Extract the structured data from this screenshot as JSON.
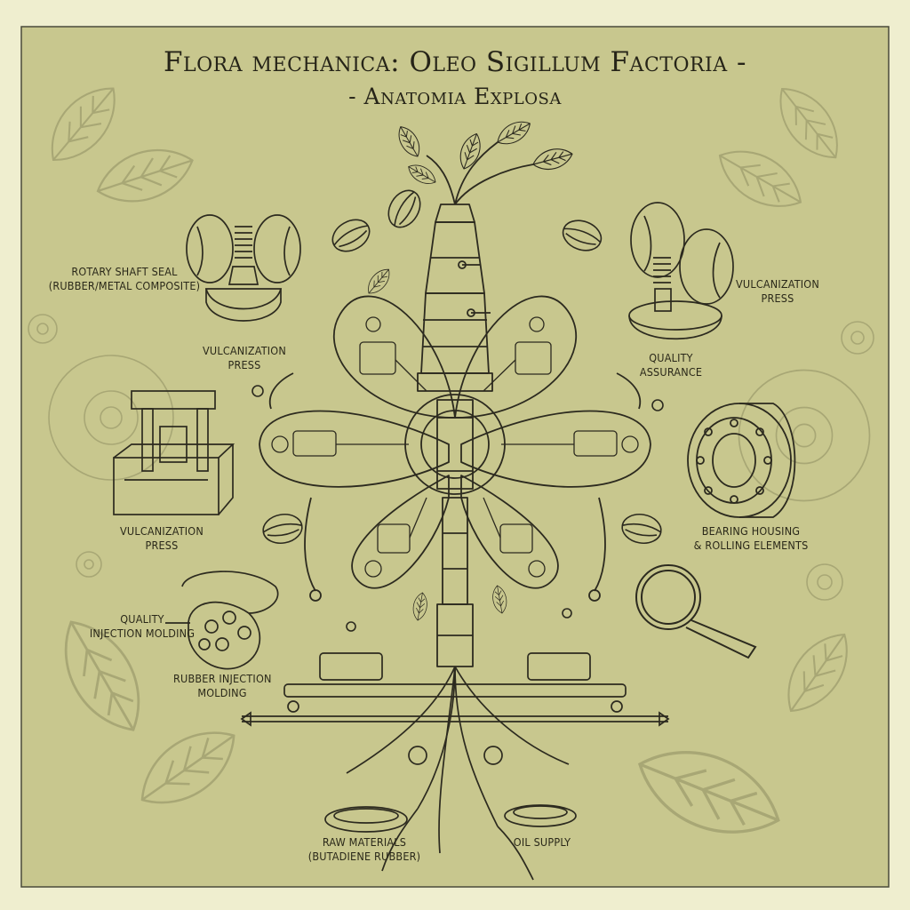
{
  "title": {
    "line1": "Flora mechanica: Oleo Sigillum Factoria -",
    "line2": "- Anatomia Explosa"
  },
  "colors": {
    "paper": "#c8c78e",
    "border": "#4a4a3a",
    "ink": "#2c2a1f",
    "ghost": "#a8a775"
  },
  "labels": {
    "rotary_shaft_seal": {
      "line1": "Rotary Shaft Seal",
      "line2": "(Rubber/Metal Composite)"
    },
    "vulcanization_press_top_left": {
      "line1": "Vulcanization",
      "line2": "Press"
    },
    "vulcanization_press_left": {
      "line1": "Vulcanization",
      "line2": "Press"
    },
    "vulcanization_press_right": {
      "line1": "Vulcanization",
      "line2": "Press"
    },
    "quality_assurance": {
      "line1": "Quality",
      "line2": "Assurance"
    },
    "bearing_housing": {
      "line1": "Bearing Housing",
      "line2": "& Rolling Elements"
    },
    "quality_injection_molding": {
      "line1": "Quality",
      "line2": "Injection Molding"
    },
    "rubber_injection_molding": {
      "line1": "Rubber Injection",
      "line2": "Molding"
    },
    "raw_materials": {
      "line1": "Raw Materials",
      "line2": "(Butadiene Rubber)"
    },
    "oil_supply": {
      "line1": "Oil Supply"
    }
  }
}
